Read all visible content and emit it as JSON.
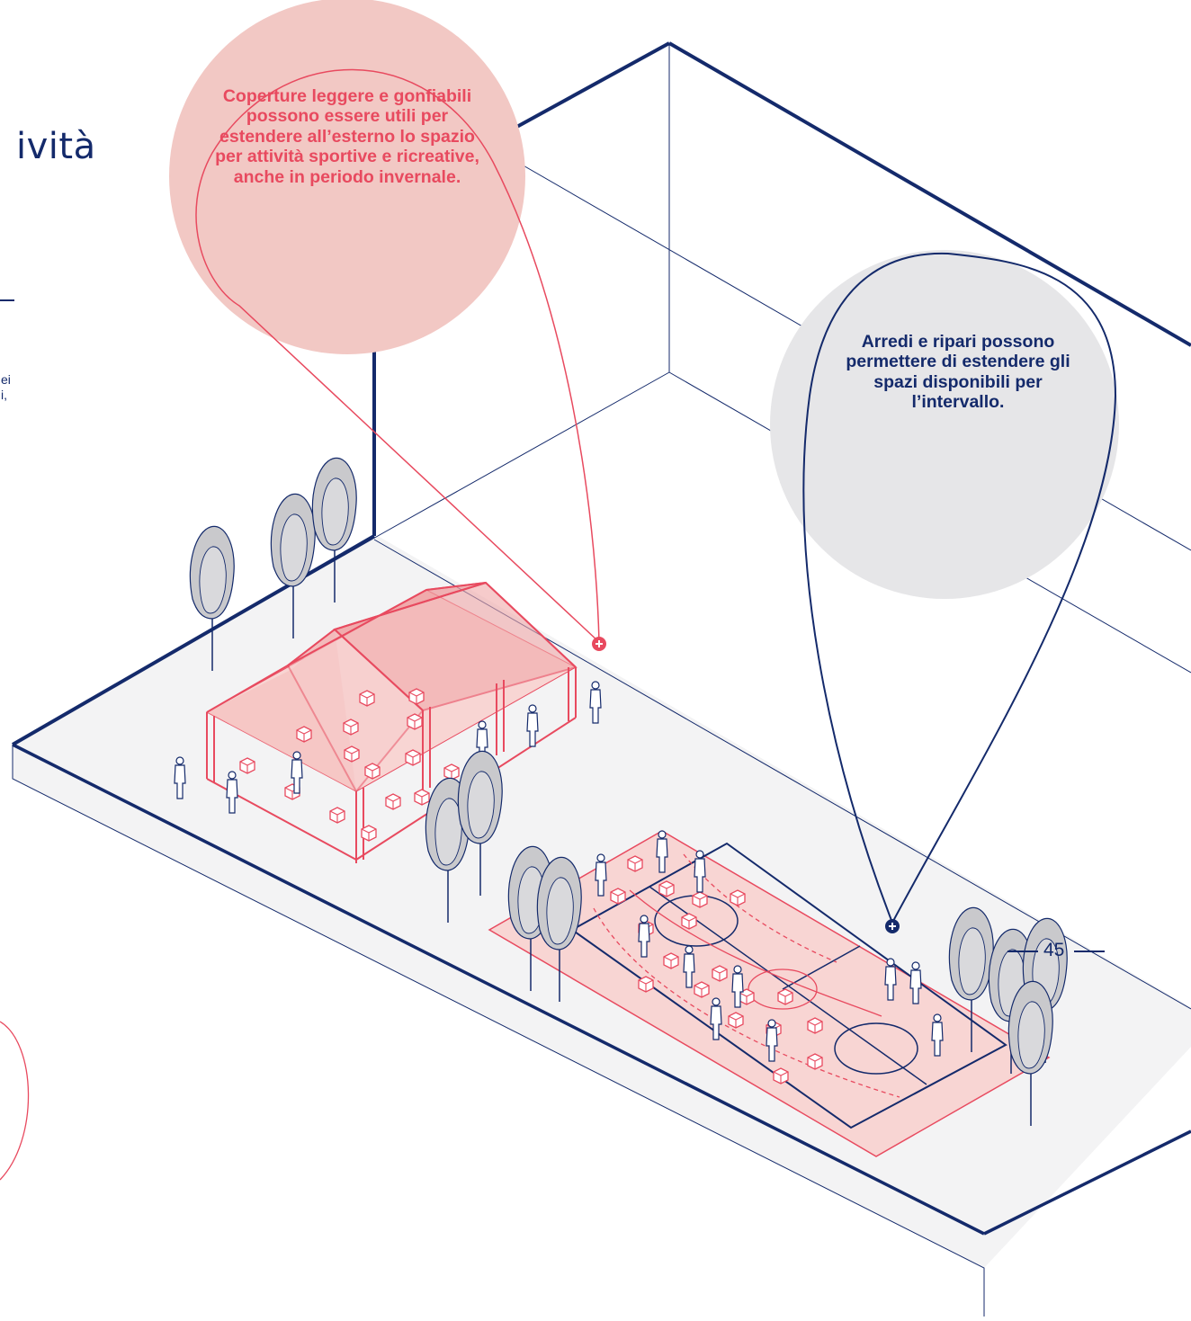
{
  "title_fragment": "ività",
  "body_fragment": {
    "line1": "ei",
    "line2": "i,"
  },
  "callouts": {
    "covers": "Coperture leggere e gonfiabili possono essere utili per estendere all’esterno lo spazio per attività sportive e ricreative, anche in periodo invernale.",
    "furniture": "Arredi e ripari possono permettere di estendere gli spazi disponibili per l’intervallo."
  },
  "page_number": "45",
  "colors": {
    "navy": "#142a6b",
    "coral": "#e84a5f",
    "pink_bubble": "#f2c8c4",
    "gray_bubble": "#e6e6e8",
    "ground": "#f3f3f4",
    "tree": "#c9c9cc"
  },
  "icons": {
    "marker": "plus-marker-icon",
    "tree": "tree-icon",
    "person": "person-icon",
    "seat": "seat-cube-icon"
  }
}
